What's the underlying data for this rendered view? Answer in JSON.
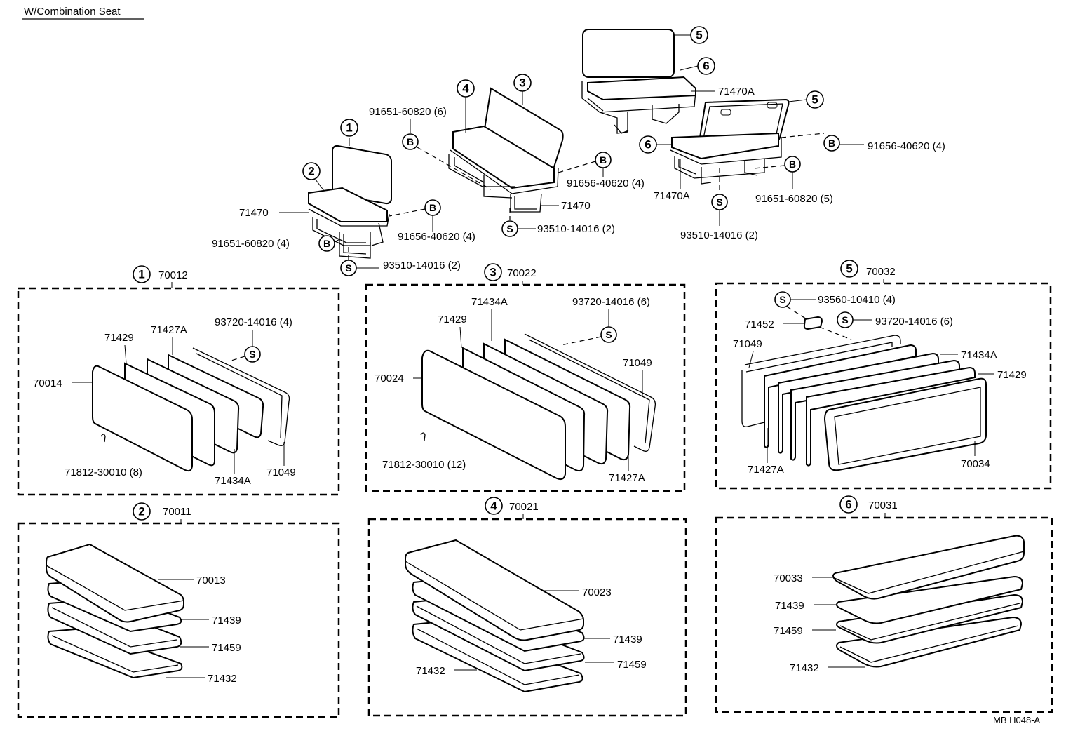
{
  "header": {
    "title": "W/Combination Seat"
  },
  "footer": {
    "code": "MB H048-A"
  },
  "callouts": {
    "n1": "1",
    "n2": "2",
    "n3": "3",
    "n4": "4",
    "n5": "5",
    "n6": "6",
    "b": "B",
    "s": "S"
  },
  "overview": {
    "p_91651_60820_6": "91651-60820 (6)",
    "p_91656_40620_4_mid": "91656-40620 (4)",
    "p_71470_mid": "71470",
    "p_93510_14016_2_mid": "93510-14016 (2)",
    "p_71470_left": "71470",
    "p_91656_40620_4_left": "91656-40620 (4)",
    "p_91651_60820_4": "91651-60820 (4)",
    "p_93510_14016_2_left": "93510-14016 (2)",
    "p_71470A_top": "71470A",
    "p_91656_40620_4_right": "91656-40620 (4)",
    "p_71470A_bottom": "71470A",
    "p_91651_60820_5": "91651-60820 (5)",
    "p_93510_14016_2_right": "93510-14016 (2)"
  },
  "box1": {
    "assembly": "70012",
    "p70014": "70014",
    "p71429": "71429",
    "p71427A": "71427A",
    "p93720": "93720-14016 (4)",
    "p71812": "71812-30010 (8)",
    "p71434A": "71434A",
    "p71049": "71049"
  },
  "box3": {
    "assembly": "70022",
    "p71434A": "71434A",
    "p93720": "93720-14016 (6)",
    "p71429": "71429",
    "p70024": "70024",
    "p71049": "71049",
    "p71812": "71812-30010 (12)",
    "p71427A": "71427A"
  },
  "box5": {
    "assembly": "70032",
    "p93560": "93560-10410 (4)",
    "p71452": "71452",
    "p93720": "93720-14016 (6)",
    "p71049": "71049",
    "p71434A": "71434A",
    "p71429": "71429",
    "p71427A": "71427A",
    "p70034": "70034"
  },
  "box2": {
    "assembly": "70011",
    "p70013": "70013",
    "p71439": "71439",
    "p71459": "71459",
    "p71432": "71432"
  },
  "box4": {
    "assembly": "70021",
    "p70023": "70023",
    "p71439": "71439",
    "p71459": "71459",
    "p71432": "71432"
  },
  "box6": {
    "assembly": "70031",
    "p70033": "70033",
    "p71439": "71439",
    "p71459": "71459",
    "p71432": "71432"
  }
}
